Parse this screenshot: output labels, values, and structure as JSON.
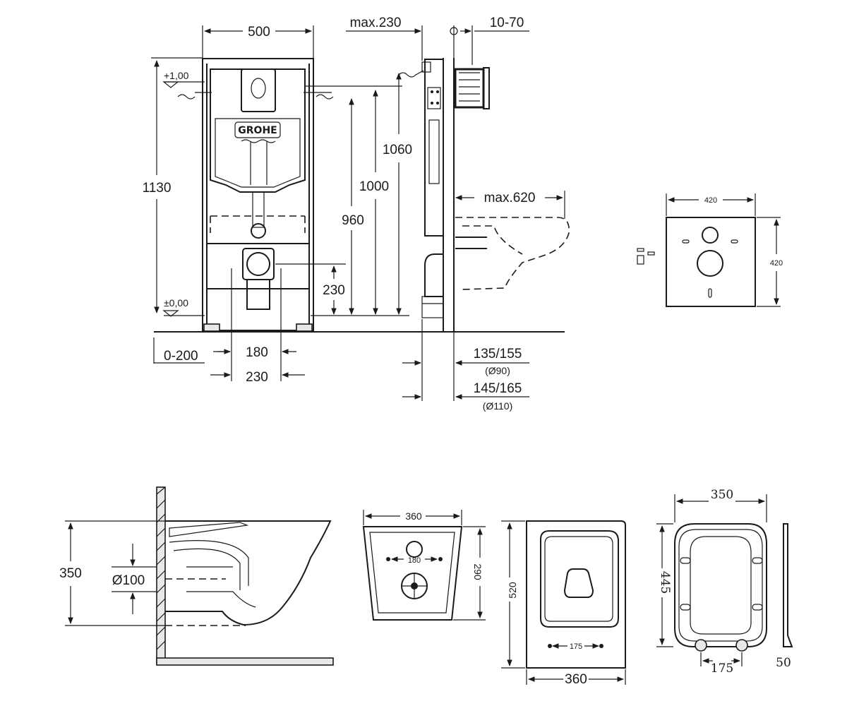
{
  "brand_logo": "GROHE",
  "frame_front": {
    "width": "500",
    "height_total": "1130",
    "level_top": "+1,00",
    "level_zero": "±0,00",
    "h_1060": "1060",
    "h_1000": "1000",
    "h_960": "960",
    "h_230": "230",
    "offset": "0-200",
    "spacing_180": "180",
    "spacing_230": "230"
  },
  "frame_side": {
    "max_depth": "max.230",
    "wall_range": "10-70",
    "max_projection": "max.620",
    "d1": "135/155",
    "d1_pipe": "(Ø90)",
    "d2": "145/165",
    "d2_pipe": "(Ø110)"
  },
  "sound_pad": {
    "width": "420",
    "height": "420"
  },
  "bowl_side": {
    "height": "350",
    "pipe": "Ø100"
  },
  "bowl_back": {
    "width": "360",
    "depth": "290",
    "spacing": "180"
  },
  "bowl_top": {
    "length": "520",
    "width": "360",
    "spacing": "175"
  },
  "seat": {
    "width": "350",
    "length": "445",
    "hinge_spacing": "175",
    "thickness": "50"
  }
}
